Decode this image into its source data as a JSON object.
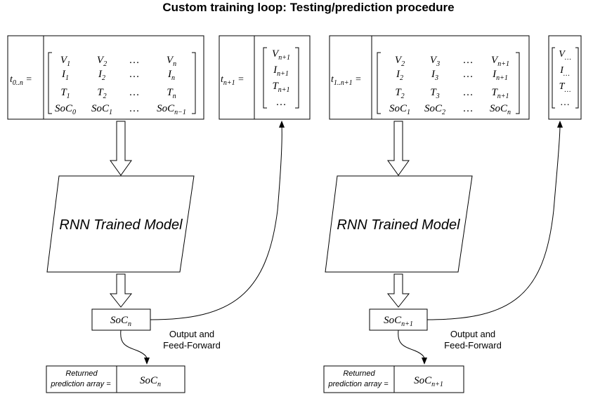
{
  "title": "Custom training loop: Testing/prediction procedure",
  "left": {
    "input_label": {
      "base": "t",
      "sub": "0..n"
    },
    "matrix": [
      [
        {
          "b": "V",
          "s": "1"
        },
        {
          "b": "V",
          "s": "2"
        },
        {
          "b": "…",
          "s": ""
        },
        {
          "b": "V",
          "s": "n"
        }
      ],
      [
        {
          "b": "I",
          "s": "1"
        },
        {
          "b": "I",
          "s": "2"
        },
        {
          "b": "…",
          "s": ""
        },
        {
          "b": "I",
          "s": "n"
        }
      ],
      [
        {
          "b": "T",
          "s": "1"
        },
        {
          "b": "T",
          "s": "2"
        },
        {
          "b": "…",
          "s": ""
        },
        {
          "b": "T",
          "s": "n"
        }
      ],
      [
        {
          "b": "SoC",
          "s": "0"
        },
        {
          "b": "SoC",
          "s": "1"
        },
        {
          "b": "…",
          "s": ""
        },
        {
          "b": "SoC",
          "s": "n−1"
        }
      ]
    ],
    "next_label": {
      "base": "t",
      "sub": "n+1"
    },
    "next_vector": [
      {
        "b": "V",
        "s": "n+1"
      },
      {
        "b": "I",
        "s": "n+1"
      },
      {
        "b": "T",
        "s": "n+1"
      },
      {
        "b": "…",
        "s": ""
      }
    ],
    "model_label": "RNN Trained Model",
    "output": {
      "base": "SoC",
      "sub": "n"
    },
    "feed_label_1": "Output and",
    "feed_label_2": "Feed-Forward",
    "returned_label_1": "Returned",
    "returned_label_2": "prediction array =",
    "returned_value": {
      "base": "SoC",
      "sub": "n"
    }
  },
  "right": {
    "input_label": {
      "base": "t",
      "sub": "1..n+1"
    },
    "matrix": [
      [
        {
          "b": "V",
          "s": "2"
        },
        {
          "b": "V",
          "s": "3"
        },
        {
          "b": "…",
          "s": ""
        },
        {
          "b": "V",
          "s": "n+1"
        }
      ],
      [
        {
          "b": "I",
          "s": "2"
        },
        {
          "b": "I",
          "s": "3"
        },
        {
          "b": "…",
          "s": ""
        },
        {
          "b": "I",
          "s": "n+1"
        }
      ],
      [
        {
          "b": "T",
          "s": "2"
        },
        {
          "b": "T",
          "s": "3"
        },
        {
          "b": "…",
          "s": ""
        },
        {
          "b": "T",
          "s": "n+1"
        }
      ],
      [
        {
          "b": "SoC",
          "s": "1"
        },
        {
          "b": "SoC",
          "s": "2"
        },
        {
          "b": "…",
          "s": ""
        },
        {
          "b": "SoC",
          "s": "n"
        }
      ]
    ],
    "next_vector": [
      {
        "b": "V",
        "s": "…"
      },
      {
        "b": "I",
        "s": "…"
      },
      {
        "b": "T",
        "s": "…"
      },
      {
        "b": "…",
        "s": ""
      }
    ],
    "model_label": "RNN Trained Model",
    "output": {
      "base": "SoC",
      "sub": "n+1"
    },
    "feed_label_1": "Output and",
    "feed_label_2": "Feed-Forward",
    "returned_label_1": "Returned",
    "returned_label_2": "prediction array =",
    "returned_value": {
      "base": "SoC",
      "sub": "n+1"
    }
  }
}
